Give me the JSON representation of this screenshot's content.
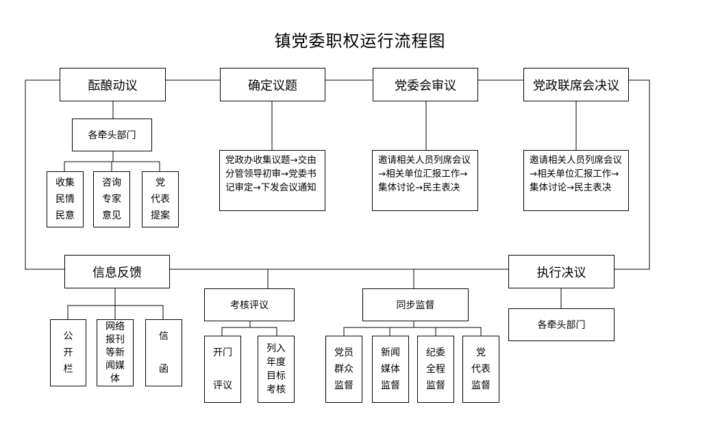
{
  "title": "镇党委职权运行流程图",
  "top_row": [
    "酝酿动议",
    "确定议题",
    "党委会审议",
    "党政联席会决议"
  ],
  "lead_dept_label": "各牵头部门",
  "consult_items": [
    [
      "收集",
      "民情",
      "民意"
    ],
    [
      "咨询",
      "专家",
      "意见"
    ],
    [
      "党",
      "代表",
      "提案"
    ]
  ],
  "agenda_desc": "党政办收集议题→交由分管领导初审→党委书记审定→下发会议通知",
  "review_desc": "邀请相关人员列席会议→相关单位汇报工作→集体讨论→民主表决",
  "decision_desc": "邀请相关人员列席会议→相关单位汇报工作→集体讨论→民主表决",
  "feedback_label": "信息反馈",
  "execute_label": "执行决议",
  "execute_dept_label": "各牵头部门",
  "feedback_items": [
    [
      "公",
      "开",
      "栏"
    ],
    [
      "网络",
      "报刊",
      "等新",
      "闻媒",
      "体"
    ],
    [
      "信",
      "",
      "函"
    ]
  ],
  "assessment_label": "考核评议",
  "assessment_items": [
    [
      "开门",
      "",
      "评议"
    ],
    [
      "列入",
      "年度",
      "目标",
      "考核"
    ]
  ],
  "supervision_label": "同步监督",
  "supervision_items": [
    [
      "党员",
      "群众",
      "监督"
    ],
    [
      "新闻",
      "媒体",
      "监督"
    ],
    [
      "纪委",
      "全程",
      "监督"
    ],
    [
      "党",
      "代表",
      "监督"
    ]
  ]
}
